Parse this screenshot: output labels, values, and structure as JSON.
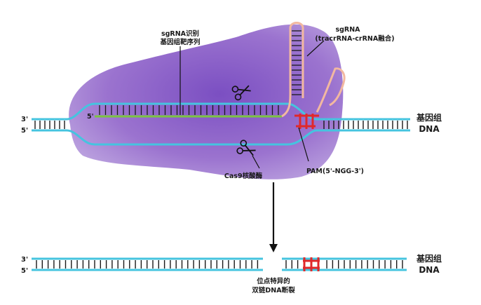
{
  "labels": {
    "sgrna_target": [
      "sgRNA识别",
      "基因组靶序列"
    ],
    "sgrna": [
      "sgRNA",
      "(tracrRNA-crRNA融合)"
    ],
    "genome_dna": [
      "基因组",
      "DNA"
    ],
    "pam": "PAM(5'-NGG-3')",
    "cas9": "Cas9核酸酶",
    "dsb": [
      "位点特异的",
      "双链DNA断裂"
    ],
    "prime3": "3'",
    "prime5": "5'",
    "sg5": "5'"
  },
  "colors": {
    "dna_strand": "#45c4df",
    "base_pair": "#1a1a1a",
    "protein": "#9b73cf",
    "guide": "#7cc443",
    "pam": "#e0282a",
    "sgrna_scaffold": "#f2b8a0"
  },
  "icons": [
    "scissors-icon",
    "scissors-icon",
    "arrow-down-icon"
  ]
}
